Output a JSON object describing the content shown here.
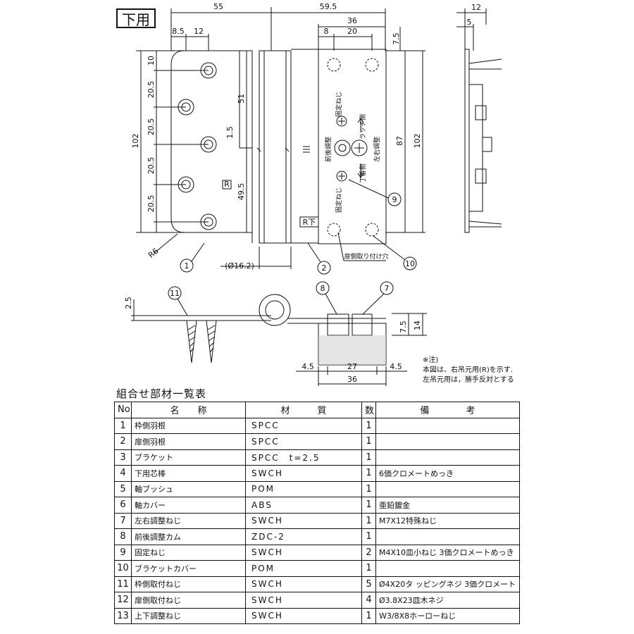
{
  "badge": "下用",
  "dims": {
    "d55": "55",
    "d59_5": "59.5",
    "d36": "36",
    "d8_5": "8.5",
    "d12": "12",
    "d8": "8",
    "d20": "20",
    "d7_5": "7.5",
    "d10": "10",
    "d20_5": "20.5",
    "d102": "102",
    "d51": "51",
    "d1_5": "1.5",
    "d49_5": "49.5",
    "d87": "87",
    "dR6": "R6",
    "d16_2": "(Ø16.2)",
    "d12r": "12",
    "d5": "5",
    "d2_5": "2.5",
    "d14": "14",
    "d4_5": "4.5",
    "d27": "27"
  },
  "marks": {
    "R": "R",
    "Rdown": "R下"
  },
  "callouts": [
    "1",
    "2",
    "9",
    "10",
    "11",
    "8",
    "7"
  ],
  "plate_labels": {
    "fixing_screw": "固定ねじ",
    "latch_side": "ラッチ側",
    "front_back": "前後調整",
    "left_right": "左右調整",
    "hinge_side": "丁番側",
    "door_holes": "扉側取り付け穴"
  },
  "note": {
    "line1": "※注)",
    "line2": "本図は、右吊元用(R)を示す.",
    "line3": "左吊元用は，勝手反対とする"
  },
  "table": {
    "title": "組合せ部材一覧表",
    "headers": [
      "No",
      "名　　称",
      "材　　　質",
      "数",
      "備　　　　考"
    ],
    "rows": [
      {
        "no": "1",
        "name": "枠側羽根",
        "material": "SPCC",
        "qty": "1",
        "note": ""
      },
      {
        "no": "2",
        "name": "扉側羽根",
        "material": "SPCC",
        "qty": "1",
        "note": ""
      },
      {
        "no": "3",
        "name": "ブラケット",
        "material": "SPCC　t=2.5",
        "qty": "1",
        "note": ""
      },
      {
        "no": "4",
        "name": "下用芯棒",
        "material": "SWCH",
        "qty": "1",
        "note": "6価クロメートめっき"
      },
      {
        "no": "5",
        "name": "軸ブッシュ",
        "material": "POM",
        "qty": "1",
        "note": ""
      },
      {
        "no": "6",
        "name": "軸カバー",
        "material": "ABS",
        "qty": "1",
        "note": "亜鉛鍍金"
      },
      {
        "no": "7",
        "name": "左右調整ねじ",
        "material": "SWCH",
        "qty": "1",
        "note": "M7X12特殊ねじ"
      },
      {
        "no": "8",
        "name": "前後調整カム",
        "material": "ZDC-2",
        "qty": "1",
        "note": ""
      },
      {
        "no": "9",
        "name": "固定ねじ",
        "material": "SWCH",
        "qty": "2",
        "note": "M4X10皿小ねじ 3価クロメートめっき"
      },
      {
        "no": "10",
        "name": "ブラケットカバー",
        "material": "POM",
        "qty": "1",
        "note": ""
      },
      {
        "no": "11",
        "name": "枠側取付ねじ",
        "material": "SWCH",
        "qty": "5",
        "note": "Ø4X20タ ッピングネジ 3価クロメート"
      },
      {
        "no": "12",
        "name": "扉側取付ねじ",
        "material": "SWCH",
        "qty": "4",
        "note": "Ø3.8X23皿木ネジ"
      },
      {
        "no": "13",
        "name": "上下調整ねじ",
        "material": "SWCH",
        "qty": "1",
        "note": "W3/8X8ホーローねじ"
      }
    ]
  }
}
